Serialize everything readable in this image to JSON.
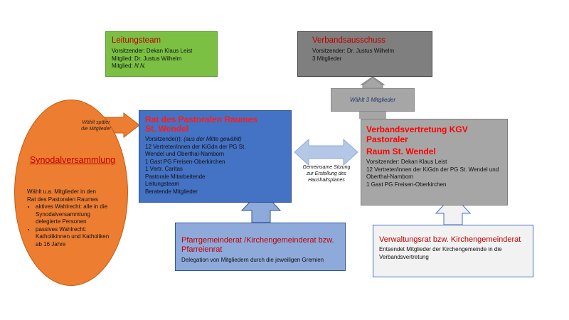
{
  "leitungsteam": {
    "title": "Leitungsteam",
    "lines": [
      "Vorsitzender: Dekan Klaus Leist",
      "Mitglied: Dr. Justus Wilhelm"
    ],
    "mitglied_prefix": "Mitglied: ",
    "mitglied_nn": "N.N."
  },
  "verbandsausschuss": {
    "title": "Verbandsausschuss",
    "lines": [
      "Vorsitzender: Dr. Justus Wilhelm",
      "3 Mitglieder"
    ]
  },
  "waehlt_3": "Wählt 3 Mitglieder",
  "rat": {
    "title_1": "Rat des Pastoralen Raumes",
    "title_2": "St. Wendel",
    "vors_prefix": "Vorsitzende(r): ",
    "vors_italic": "(aus der Mitte gewählt)",
    "lines": [
      "12 Vertreter/innen der KiGdn der PG St.",
      "Wendel und Oberthal-Namborn",
      "1 Gast PG Freisen-Oberkirchen",
      "1 Vertr. Caritas",
      "Pastorale Mitarbeitende",
      "Leitungsteam",
      "Beratende Mitglieder"
    ]
  },
  "verbandsvertretung": {
    "title_1": "Verbandsvertretung KGV Pastoraler",
    "title_2": "Raum St. Wendel",
    "lines": [
      "Vorsitzender: Dekan Klaus Leist",
      "12 Vertreter/innen der KiGdn der PG St. Wendel und",
      "Oberthal-Namborn",
      "1 Gast PG Freisen-Oberkirchen"
    ]
  },
  "synodal": {
    "title": "Synodalversammlung",
    "intro": [
      "Wählt u.a. Mitglieder in den",
      "Rat des Pastoralen Raumes"
    ],
    "bullets": [
      "aktives Wahlrecht: alle in die Synodalversammlung delegierte Personen",
      "passives Wahlrecht: Katholikinnen und Katholiken ab 16 Jahre"
    ]
  },
  "waehlt_spaeter": [
    "Wählt später",
    "die Mitglieder"
  ],
  "sitzung": [
    "Gemeinsame Sitzung",
    "zur Erstellung des",
    "Haushaltsplanes"
  ],
  "pfarr": {
    "title_1": "Pfarrgemeinderat /Kirchengemeinderat bzw.",
    "title_2": "Pfarreienrat",
    "line": "Delegation von Mitgliedern durch die jeweiligen Gremien"
  },
  "verwaltung": {
    "title": "Verwaltungsrat bzw. Kirchengemeinderat",
    "lines": [
      "Entsendet Mitglieder der Kirchengemeinde in die",
      "Verbandsvertretung"
    ]
  },
  "colors": {
    "green": "#7bc043",
    "gray_dark": "#7f7f7f",
    "blue": "#4472c4",
    "orange": "#ed7d31",
    "light_blue": "#8eaadb",
    "title_red": "#c00000"
  }
}
